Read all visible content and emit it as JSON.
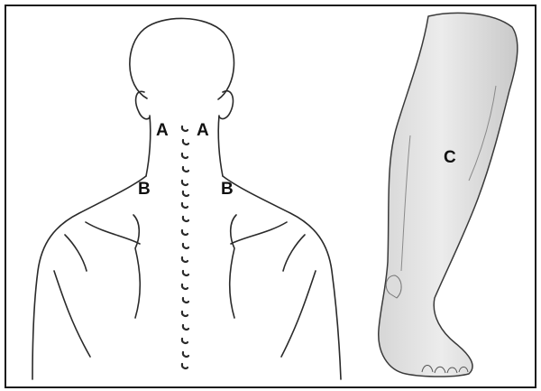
{
  "figure": {
    "labels": {
      "a_left": "A",
      "a_right": "A",
      "b_left": "B",
      "b_right": "B",
      "c": "C"
    },
    "colors": {
      "line": "#2a2a2a",
      "leg_shade": "#cfcfcf",
      "leg_shade_light": "#eeeeee",
      "frame": "#1a1a1a"
    }
  }
}
